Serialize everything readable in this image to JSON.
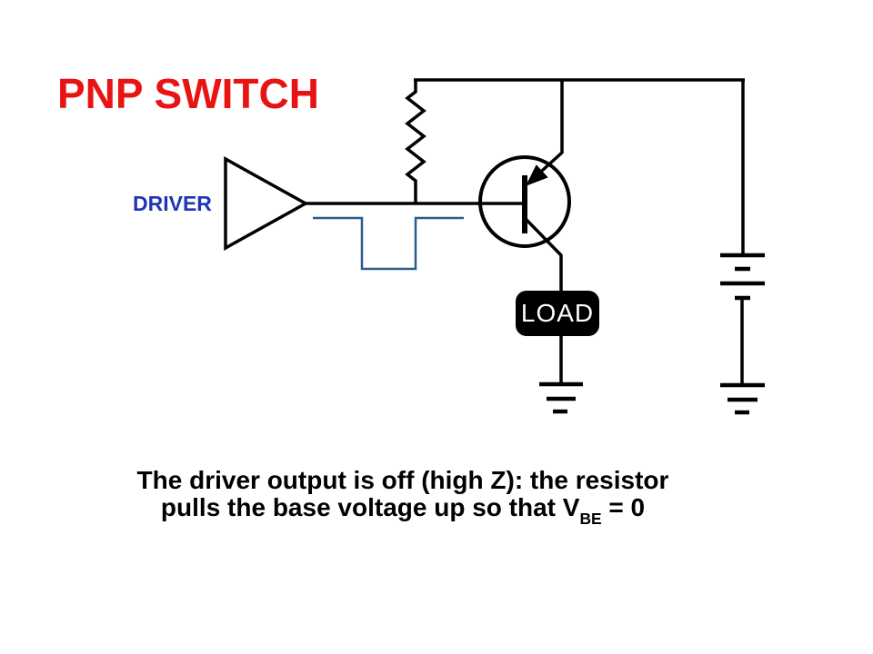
{
  "slide": {
    "title": "PNP SWITCH"
  },
  "labels": {
    "driver": "DRIVER",
    "load": "LOAD"
  },
  "caption": {
    "line1": "The driver output is off (high Z): the resistor",
    "line2_pre": "pulls the base voltage up so that V",
    "line2_sub": "BE",
    "line2_post": " = 0"
  },
  "colors": {
    "title_red": "#e81414",
    "driver_label_blue": "#1f35b5",
    "waveform_blue": "#2b5c8c",
    "circuit_black": "#000000",
    "load_box_background": "#000000",
    "load_box_text": "#ffffff",
    "slide_background": "#ffffff"
  }
}
